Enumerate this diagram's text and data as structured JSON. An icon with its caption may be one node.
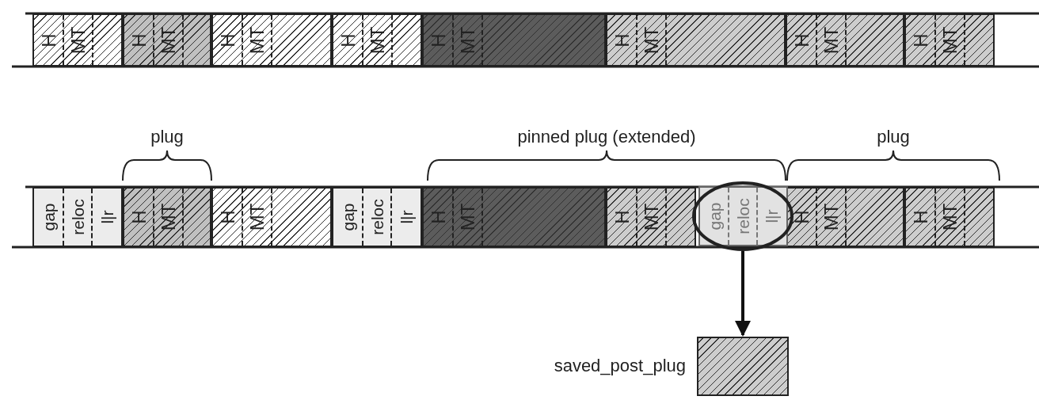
{
  "diagram": {
    "nodes": [
      {
        "text": [
          "H",
          "MT"
        ]
      },
      {
        "text": [
          "H",
          "MT"
        ]
      },
      {
        "text": [
          "H",
          "MT"
        ]
      },
      {
        "text": [
          "H",
          "MT"
        ]
      },
      {
        "text": [
          "H",
          "MT"
        ]
      },
      {
        "text": [
          "H",
          "MT"
        ]
      },
      {
        "text": [
          "H",
          "MT"
        ]
      },
      {
        "text": [
          "H",
          "MT"
        ]
      },
      {
        "text": [
          "gap",
          "reloc",
          "l|r"
        ]
      },
      {
        "text": [
          "H",
          "MT"
        ]
      },
      {
        "text": [
          "H",
          "MT"
        ]
      },
      {
        "text": [
          "gap",
          "reloc",
          "l|r"
        ]
      },
      {
        "text": [
          "H",
          "MT"
        ]
      },
      {
        "text": [
          "H",
          "MT"
        ]
      },
      {
        "text": [
          "gap",
          "reloc",
          "l|r"
        ],
        "in": 17
      },
      {
        "text": [
          "H",
          "MT"
        ]
      },
      {
        "text": [
          "H",
          "MT"
        ]
      },
      {
        "text": [],
        "shape": "ellipse"
      },
      {
        "text": [],
        "shape": "box",
        "beside": [
          "saved_post_plug"
        ]
      }
    ],
    "edges": [
      {
        "from": 17,
        "to": 18,
        "arrow": "to"
      }
    ],
    "labels": [
      "plug",
      "pinned plug (extended)",
      "plug"
    ]
  }
}
